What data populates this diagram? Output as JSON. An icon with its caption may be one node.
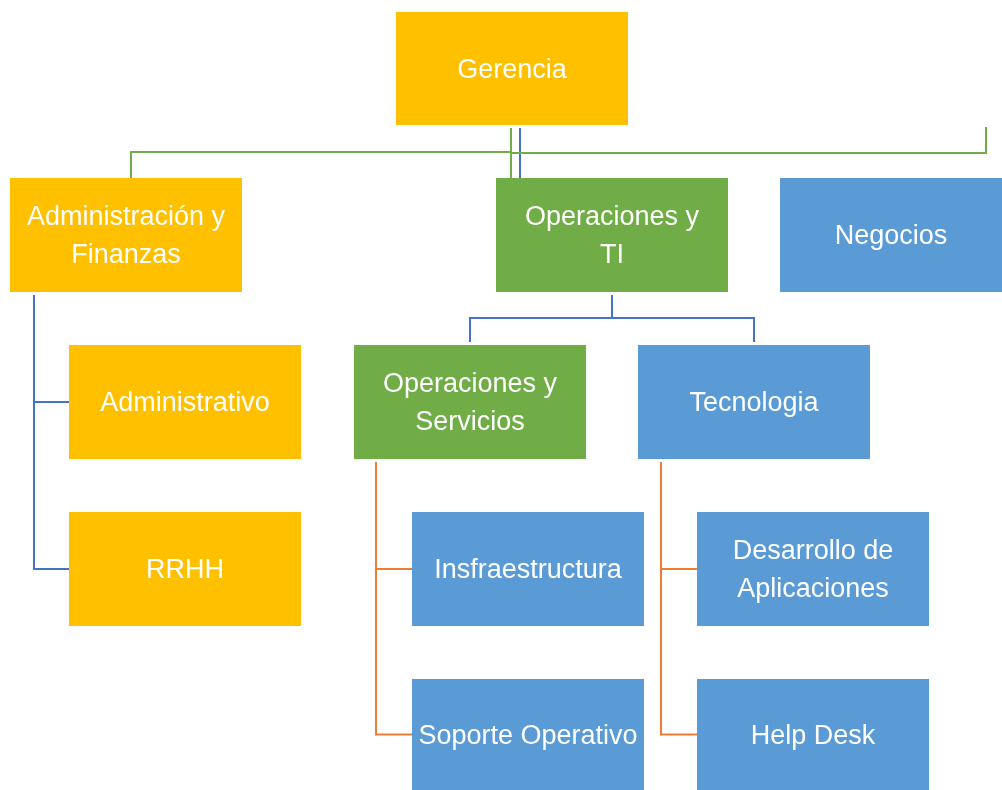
{
  "diagram": {
    "nodes": [
      {
        "text": [
          "Gerencia"
        ]
      },
      {
        "text": [
          "Administración y Finanzas"
        ]
      },
      {
        "text": [
          "Operaciones y TI"
        ]
      },
      {
        "text": [
          "Negocios"
        ]
      },
      {
        "text": [
          "Administrativo"
        ]
      },
      {
        "text": [
          "RRHH"
        ]
      },
      {
        "text": [
          "Operaciones y Servicios"
        ]
      },
      {
        "text": [
          "Tecnologia"
        ]
      },
      {
        "text": [
          "Insfraestructura"
        ]
      },
      {
        "text": [
          "Soporte Operativo"
        ]
      },
      {
        "text": [
          "Desarrollo de Aplicaciones"
        ]
      },
      {
        "text": [
          "Help Desk"
        ]
      }
    ],
    "edges": [
      {
        "from": 0,
        "to": 1,
        "arrow": "none",
        "color": "#70ad47"
      },
      {
        "from": 0,
        "to": 2,
        "arrow": "none"
      },
      {
        "from": null,
        "to": 2,
        "arrow": "none",
        "color": "#70ad47"
      },
      {
        "from": 1,
        "to": 4,
        "arrow": "none"
      },
      {
        "from": 1,
        "to": 5,
        "arrow": "none"
      },
      {
        "from": 2,
        "to": 6,
        "arrow": "none"
      },
      {
        "from": 2,
        "to": 7,
        "arrow": "none"
      },
      {
        "from": 6,
        "to": 8,
        "arrow": "none",
        "color": "#ed7d31"
      },
      {
        "from": 6,
        "to": 9,
        "arrow": "none",
        "color": "#ed7d31"
      },
      {
        "from": 7,
        "to": 10,
        "arrow": "none",
        "color": "#ed7d31"
      },
      {
        "from": 7,
        "to": 11,
        "arrow": "none",
        "color": "#ed7d31"
      }
    ]
  }
}
